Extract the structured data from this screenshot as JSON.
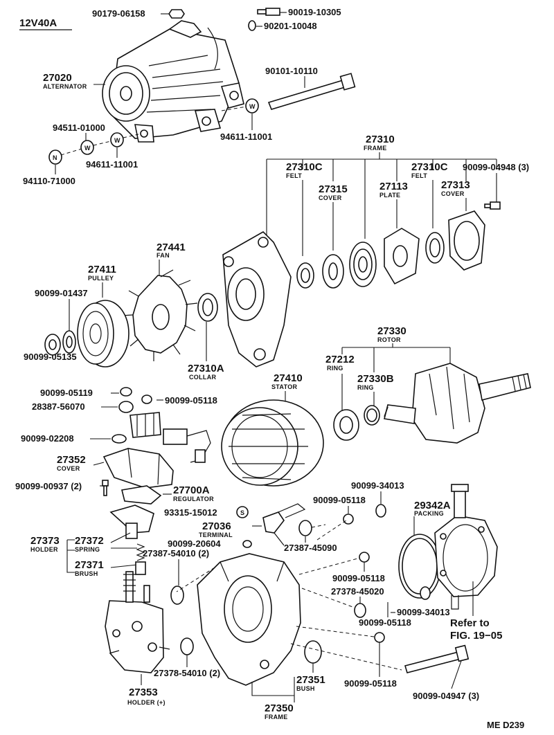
{
  "header": {
    "model": "12V40A",
    "figure_code": "ME D239"
  },
  "washer_mark": "W",
  "nut_mark": "N",
  "snap_mark": "S",
  "parts": {
    "p90179_06158": "90179-06158",
    "p90019_10305": "90019-10305",
    "p90201_10048": "90201-10048",
    "p27020": "27020",
    "p27020_name": "ALTERNATOR",
    "p90101_10110": "90101-10110",
    "p94511_01000": "94511-01000",
    "p94611_11001_a": "94611-11001",
    "p94611_11001_b": "94611-11001",
    "p94110_71000": "94110-71000",
    "p27310": "27310",
    "p27310_name": "FRAME",
    "p27310C_a": "27310C",
    "p27310C_a_name": "FELT",
    "p27315": "27315",
    "p27315_name": "COVER",
    "p27113": "27113",
    "p27113_name": "PLATE",
    "p27310C_b": "27310C",
    "p27310C_b_name": "FELT",
    "p27313": "27313",
    "p27313_name": "COVER",
    "p90099_04948": "90099-04948 (3)",
    "p27441": "27441",
    "p27441_name": "FAN",
    "p27411": "27411",
    "p27411_name": "PULLEY",
    "p90099_01437": "90099-01437",
    "p90099_05135": "90099-05135",
    "p27310A": "27310A",
    "p27310A_name": "COLLAR",
    "p27330": "27330",
    "p27330_name": "ROTOR",
    "p27212": "27212",
    "p27212_name": "RING",
    "p27330B": "27330B",
    "p27330B_name": "RING",
    "p27410": "27410",
    "p27410_name": "STATOR",
    "p90099_05119": "90099-05119",
    "p90099_05118_a": "90099-05118",
    "p28387_56070": "28387-56070",
    "p90099_02208": "90099-02208",
    "p27352": "27352",
    "p27352_name": "COVER",
    "p90099_00937": "90099-00937 (2)",
    "p27700A": "27700A",
    "p27700A_name": "REGULATOR",
    "p93315_15012": "93315-15012",
    "p27036": "27036",
    "p27036_name": "TERMINAL",
    "p90099_20604": "90099-20604",
    "p27387_45090": "27387-45090",
    "p90099_34013_a": "90099-34013",
    "p90099_05118_b": "90099-05118",
    "p29342A": "29342A",
    "p29342A_name": "PACKING",
    "p27373": "27373",
    "p27373_name": "HOLDER",
    "p27372": "27372",
    "p27372_name": "SPRING",
    "p27371": "27371",
    "p27371_name": "BRUSH",
    "p27387_54010": "27387-54010 (2)",
    "p90099_05118_c": "90099-05118",
    "p27378_45020": "27378-45020",
    "p90099_34013_b": "90099-34013",
    "p90099_05118_d": "90099-05118",
    "refer_line1": "Refer to",
    "refer_line2": "FIG. 19−05",
    "p90099_05118_e": "90099-05118",
    "p90099_04947": "90099-04947 (3)",
    "p27378_54010": "27378-54010 (2)",
    "p27351": "27351",
    "p27351_name": "BUSH",
    "p27353": "27353",
    "p27353_name": "HOLDER (+)",
    "p27350": "27350",
    "p27350_name": "FRAME"
  }
}
